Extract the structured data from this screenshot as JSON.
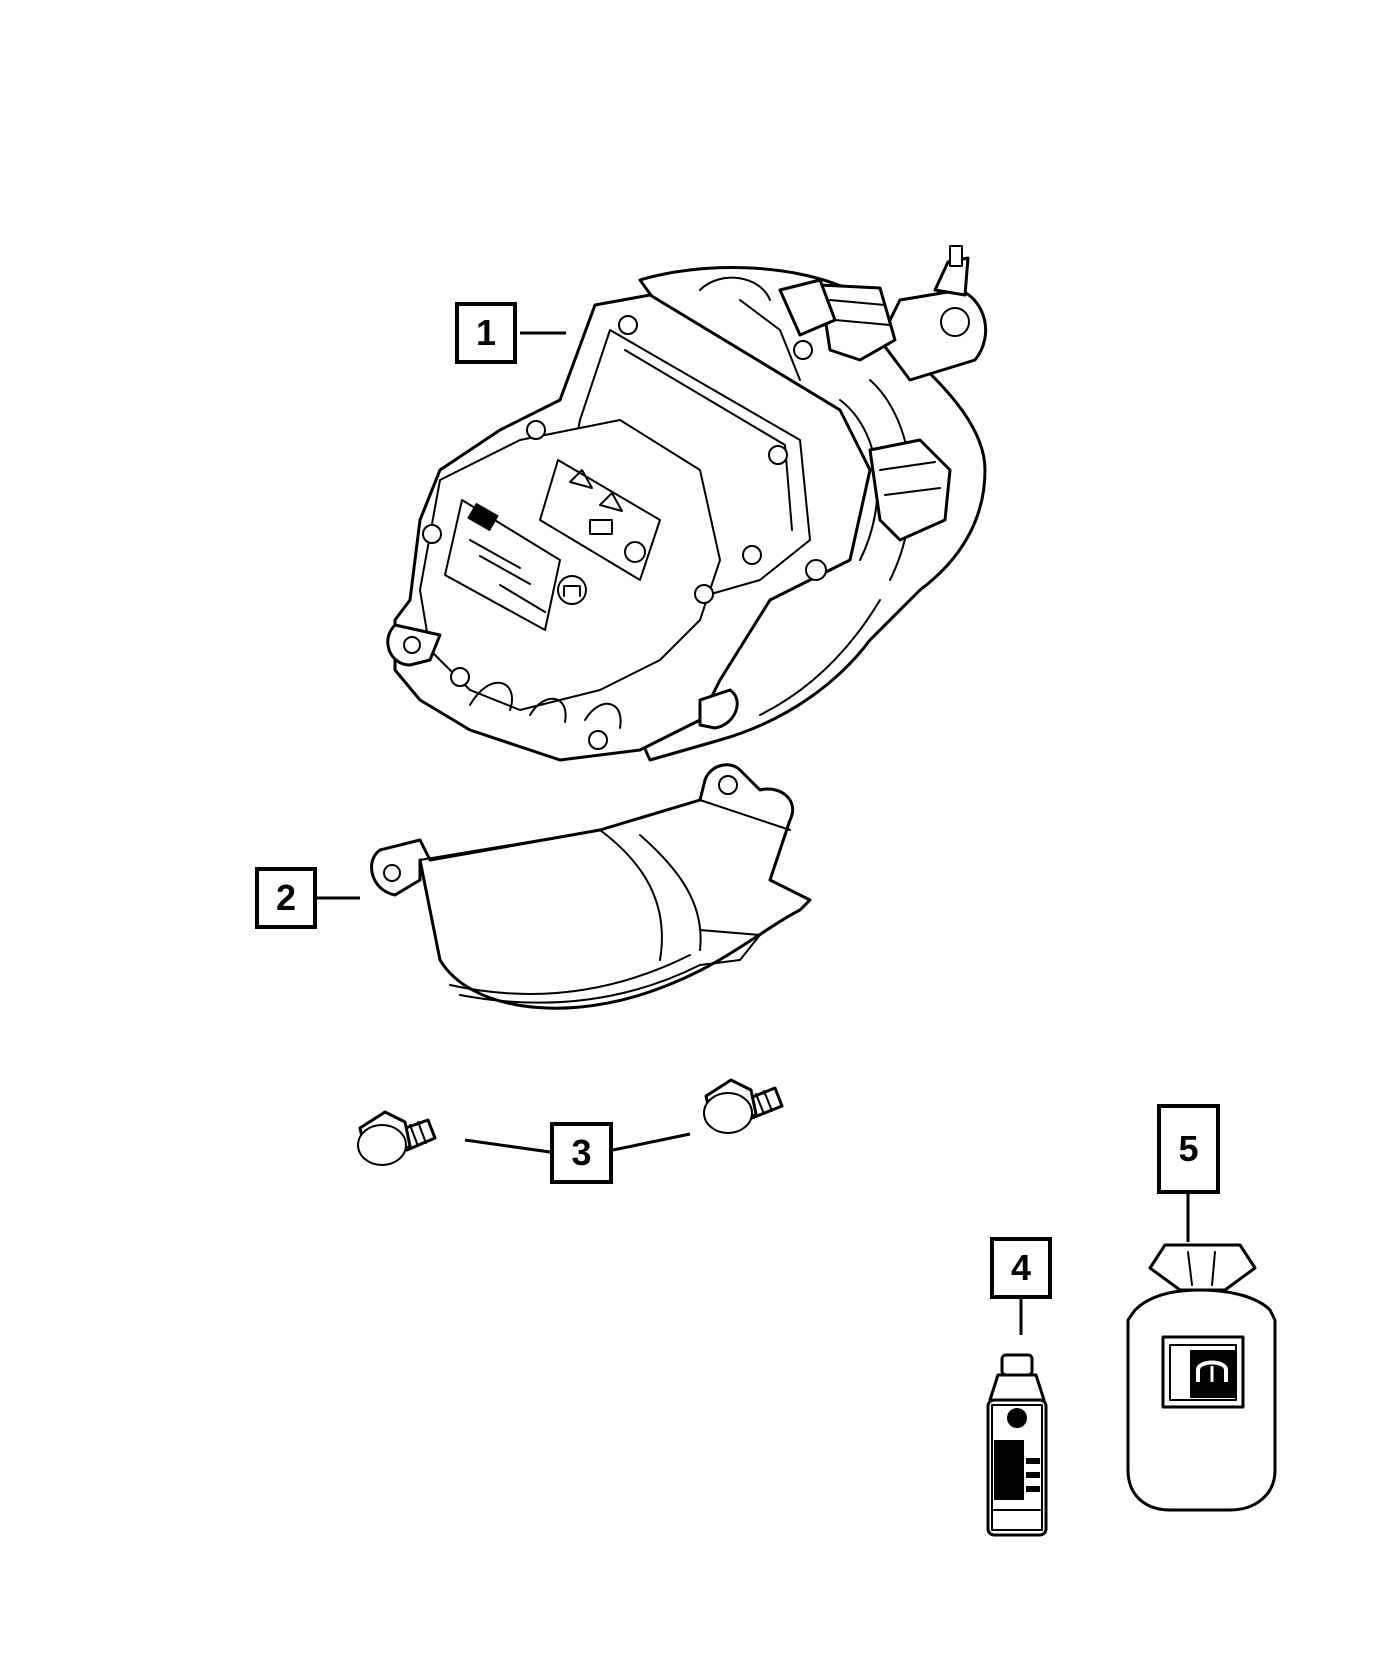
{
  "diagram": {
    "callouts": [
      {
        "id": "1",
        "label": "1",
        "part": "compressor"
      },
      {
        "id": "2",
        "label": "2",
        "part": "compressor-shield"
      },
      {
        "id": "3",
        "label": "3",
        "part": "bolt"
      },
      {
        "id": "4",
        "label": "4",
        "part": "oil-bottle"
      },
      {
        "id": "5",
        "label": "5",
        "part": "refrigerant-canister"
      }
    ],
    "colors": {
      "line": "#000000",
      "background": "#ffffff"
    }
  }
}
